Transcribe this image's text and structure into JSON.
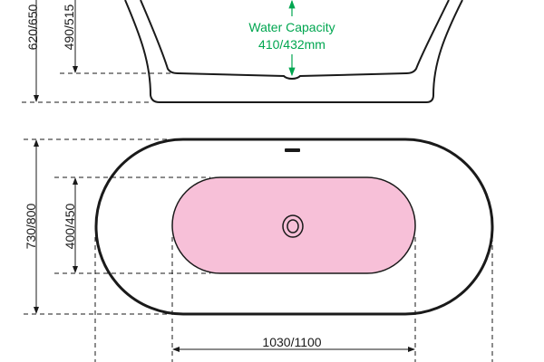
{
  "side_view": {
    "total_height_label": "620/650",
    "depth_label": "490/515",
    "water_capacity_title": "Water Capacity",
    "water_capacity_value": "410/432mm"
  },
  "top_view": {
    "outer_width_label": "730/800",
    "inner_width_label": "400/450",
    "inner_length_label": "1030/1100"
  },
  "colors": {
    "line": "#1a1a1a",
    "accent": "#00a650",
    "basin": "#f7c0d8"
  }
}
